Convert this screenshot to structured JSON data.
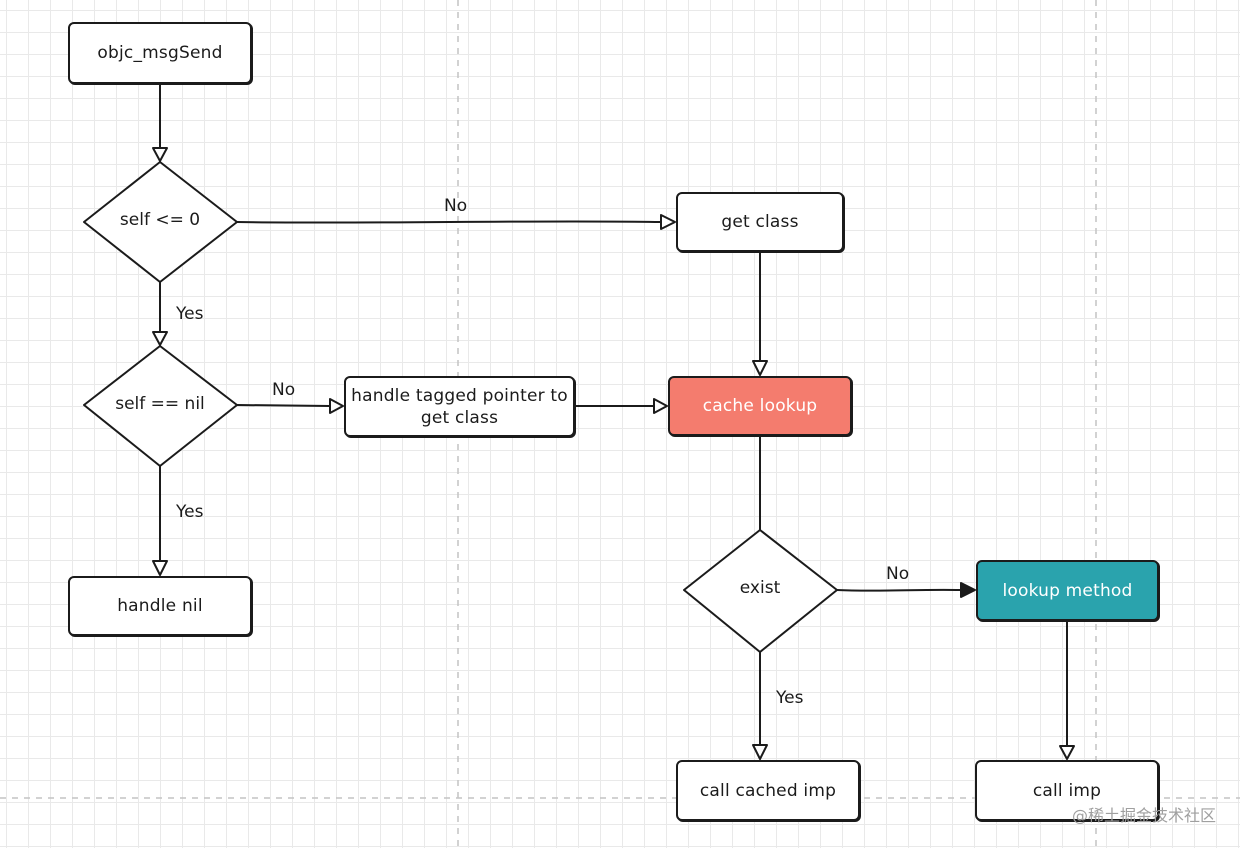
{
  "nodes": {
    "objc_msgsend": "objc_msgSend",
    "self_le_zero": "self <= 0",
    "self_eq_nil": "self == nil",
    "handle_nil": "handle nil",
    "handle_tagged_pointer": "handle tagged pointer to get class",
    "get_class": "get class",
    "cache_lookup": "cache lookup",
    "exist": "exist",
    "lookup_method": "lookup method",
    "call_cached_imp": "call cached imp",
    "call_imp": "call imp"
  },
  "edges": {
    "self_le_zero_no": "No",
    "self_le_zero_yes": "Yes",
    "self_eq_nil_no": "No",
    "self_eq_nil_yes": "Yes",
    "exist_no": "No",
    "exist_yes": "Yes"
  },
  "colors": {
    "cache_lookup": "#f47c6e",
    "lookup_method": "#2aa3ad",
    "stroke": "#1b1b1b"
  },
  "watermark": "@稀土掘金技术社区"
}
